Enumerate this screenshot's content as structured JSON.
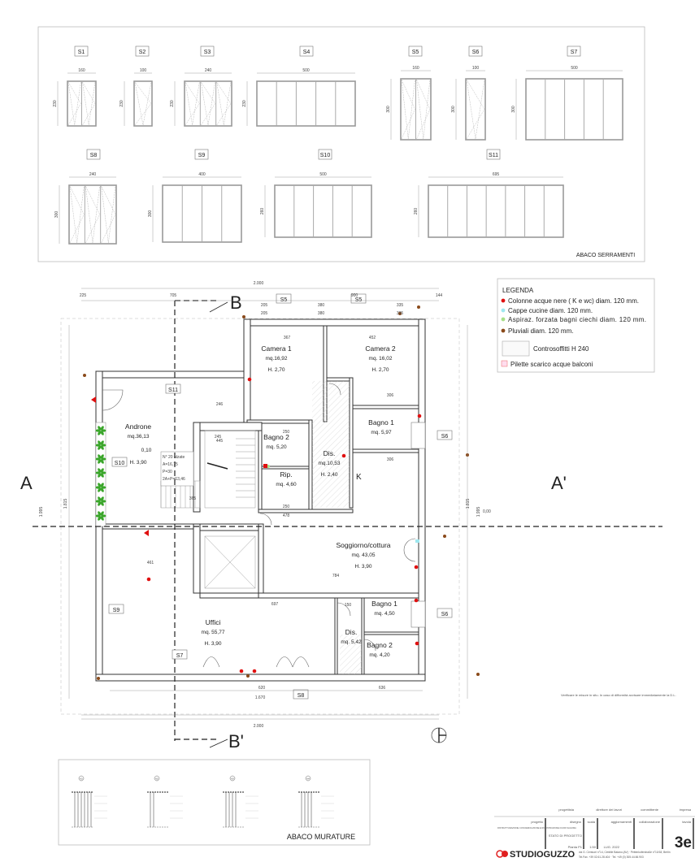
{
  "window_schedule": {
    "title": "ABACO SERRAMENTI",
    "windows": [
      {
        "label": "S1",
        "width": "160",
        "height": "230",
        "panels": 2,
        "type": "casement"
      },
      {
        "label": "S2",
        "width": "100",
        "height": "230",
        "panels": 1,
        "type": "casement"
      },
      {
        "label": "S3",
        "width": "240",
        "height": "230",
        "panels": 3,
        "type": "casement"
      },
      {
        "label": "S4",
        "width": "500",
        "height": "230",
        "panels": 5,
        "type": "fixed"
      },
      {
        "label": "S5",
        "width": "160",
        "height": "300",
        "panels": 2,
        "type": "casement"
      },
      {
        "label": "S6",
        "width": "100",
        "height": "300",
        "panels": 1,
        "type": "casement"
      },
      {
        "label": "S7",
        "width": "500",
        "height": "300",
        "panels": 5,
        "type": "fixed"
      },
      {
        "label": "S8",
        "width": "240",
        "height": "300",
        "panels": 3,
        "type": "casement"
      },
      {
        "label": "S9",
        "width": "400",
        "height": "300",
        "panels": 4,
        "type": "fixed"
      },
      {
        "label": "S10",
        "width": "500",
        "height": "260",
        "panels": 5,
        "type": "fixed"
      },
      {
        "label": "S11",
        "width": "695",
        "height": "260",
        "panels": 7,
        "type": "fixed"
      }
    ]
  },
  "legend": {
    "title": "LEGENDA",
    "items": [
      {
        "label": "Colonne acque nere ( K e wc) diam. 120 mm.",
        "color": "#e01010"
      },
      {
        "label": "Cappe cucine diam. 120 mm.",
        "color": "#9fe8f0"
      },
      {
        "label": "Aspiraz. forzata bagni ciechi diam. 120 mm.",
        "color": "#a8e08a"
      },
      {
        "label": "Pluviali diam. 120 mm.",
        "color": "#8a4a1a"
      }
    ],
    "ceiling": "Controsoffitti H 240",
    "drain": "Pilette scarico acque balconi"
  },
  "sections": {
    "a": "A",
    "a2": "A'",
    "b": "B",
    "b2": "B'"
  },
  "rooms": [
    {
      "name": "Camera 1",
      "area": "mq.16,92",
      "height": "H. 2,70"
    },
    {
      "name": "Camera 2",
      "area": "mq. 16,02",
      "height": "H. 2,70"
    },
    {
      "name": "Androne",
      "area": "mq.36,13",
      "height": "H. 3,90"
    },
    {
      "name": "Bagno 2",
      "area": "mq. 5,20",
      "height": ""
    },
    {
      "name": "Dis.",
      "area": "mq.10,53",
      "height": "H. 2,40"
    },
    {
      "name": "Bagno 1",
      "area": "mq. 5,97",
      "height": ""
    },
    {
      "name": "Rip.",
      "area": "mq. 4,60",
      "height": ""
    },
    {
      "name": "Soggiorno/cottura",
      "area": "mq. 43,05",
      "height": "H. 3,90"
    },
    {
      "name": "Uffici",
      "area": "mq. 55,77",
      "height": "H. 3,90"
    },
    {
      "name": "Bagno 1",
      "area": "mq. 4,50",
      "height": ""
    },
    {
      "name": "Dis.",
      "area": "mq. 5,42",
      "height": ""
    },
    {
      "name": "Bagno 2",
      "area": "mq. 4,20",
      "height": ""
    }
  ],
  "plan": {
    "kitchen_mark": "K",
    "level_androne": "0,10",
    "level_zero": "0,00",
    "stair_note": [
      "N° 20 alzate",
      "A=16,75",
      "P=30",
      "2A+P=63,46"
    ],
    "window_tags": [
      "S5",
      "S5",
      "S11",
      "S10",
      "S9",
      "S7",
      "S6",
      "S6",
      "S8"
    ],
    "dims": [
      "2.000",
      "225",
      "705",
      "900",
      "144",
      "205",
      "380",
      "335",
      "205",
      "380",
      "335",
      "367",
      "452",
      "461",
      "246",
      "245",
      "445",
      "697",
      "784",
      "620",
      "636",
      "1.670",
      "2.000",
      "1.815",
      "1.995",
      "1.815",
      "1.995",
      "306",
      "306",
      "250",
      "250",
      "478",
      "365",
      "150"
    ],
    "note": "Verificare le misure in situ. In caso di difformità avvisare immediatamente la D.L."
  },
  "wall_schedule": {
    "title": "ABACO MURATURE",
    "types": [
      "M1",
      "M2",
      "M3",
      "M4"
    ]
  },
  "title_block": {
    "roles": [
      "progettista",
      "direttore dei lavori",
      "committente",
      "impresa"
    ],
    "headers": [
      "progetto",
      "disegno",
      "scala",
      "aggiornamenti",
      "collaborazione",
      "tavola"
    ],
    "project_text": "RISTRUTTURAZIONE CON DEMOLIZIONE E RICOSTRUZIONE FUORI SAGOMA",
    "drawing": "STATO DI PROGETTO",
    "drawing_sub": "Pianta P1",
    "scale": "1:50",
    "date": "LUG. 2022",
    "sheet": "3e",
    "studio": "STUDIOGUZZO",
    "address": "via G. Centuori n°14, Cimitile Baiano (AV) · Pettenkoferstraße n°10/18, Berlin",
    "phone": "Tel.Fax. +39 02.61.28.404 · Tel. +49 (0) 305.44.66.903"
  }
}
